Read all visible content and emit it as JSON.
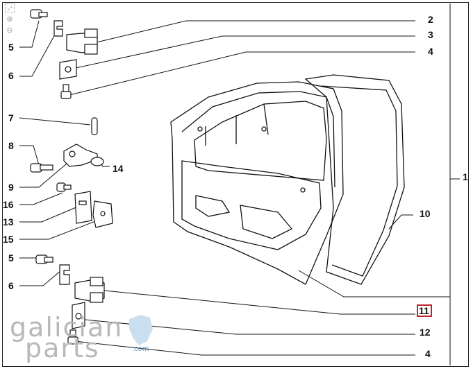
{
  "toolbar": {
    "fit_icon": "fit-page-icon",
    "zoom_in_icon": "zoom-in-icon",
    "zoom_out_icon": "zoom-out-icon"
  },
  "callouts": {
    "c1": "1",
    "c2": "2",
    "c3": "3",
    "c4a": "4",
    "c4b": "4",
    "c5a": "5",
    "c5b": "5",
    "c6a": "6",
    "c6b": "6",
    "c7": "7",
    "c8": "8",
    "c9": "9",
    "c10": "10",
    "c11": "11",
    "c12": "12",
    "c13": "13",
    "c14": "14",
    "c15": "15",
    "c16": "16"
  },
  "highlight": {
    "part": "11",
    "color": "#c0262d"
  },
  "watermark": {
    "line1": "galician",
    "line2": "parts",
    "domain": ".com",
    "accent": "#4a90c8"
  }
}
